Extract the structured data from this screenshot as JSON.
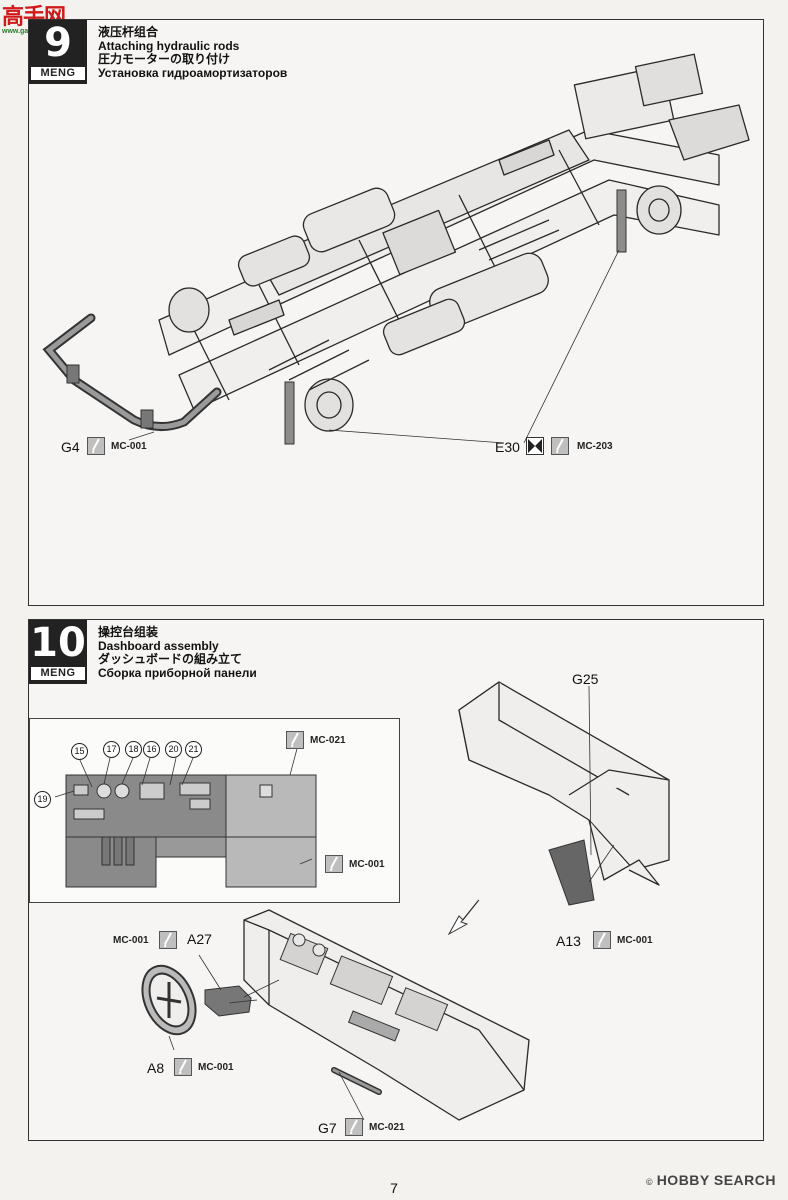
{
  "watermark": {
    "chinese": "高手网",
    "url": "www.gaoshou.net"
  },
  "step9": {
    "number": "9",
    "brand": "MENG",
    "title_zh": "液压杆组合",
    "title_en": "Attaching hydraulic rods",
    "title_ja": "圧力モーターの取り付け",
    "title_ru": "Установка гидроамортизаторов",
    "parts": [
      {
        "label": "G4",
        "paint": "MC-001"
      },
      {
        "label": "E30",
        "paint": "MC-203"
      }
    ]
  },
  "step10": {
    "number": "10",
    "brand": "MENG",
    "title_zh": "操控台组装",
    "title_en": "Dashboard assembly",
    "title_ja": "ダッシュボードの組み立て",
    "title_ru": "Сборка приборной панели",
    "inset": {
      "decals": [
        "15",
        "17",
        "18",
        "16",
        "20",
        "21",
        "19"
      ],
      "paints": [
        "MC-021",
        "MC-001"
      ]
    },
    "parts": [
      {
        "label": "G25"
      },
      {
        "label": "A13",
        "paint": "MC-001"
      },
      {
        "label": "A27",
        "paint": "MC-001"
      },
      {
        "label": "A8",
        "paint": "MC-001"
      },
      {
        "label": "G7",
        "paint": "MC-021"
      }
    ]
  },
  "footer": {
    "page_number": "7",
    "credit_symbol": "©",
    "credit_brand": "HOBBY SEARCH"
  },
  "icons": [
    "paintbrush-icon",
    "bow-tie-icon",
    "arrow-down-left-icon"
  ]
}
